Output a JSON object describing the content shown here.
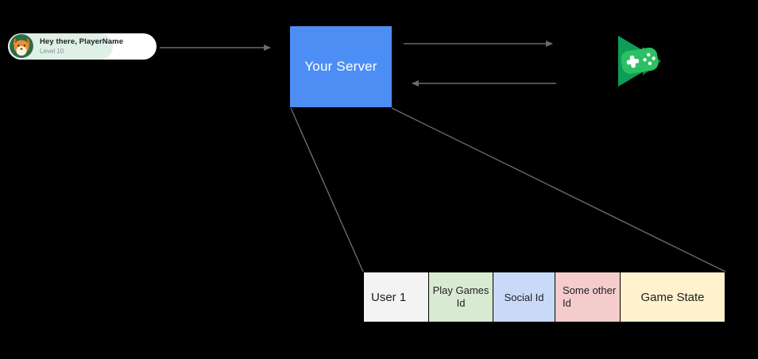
{
  "canvas": {
    "background": "#000000"
  },
  "player_card": {
    "greeting": "Hey there, PlayerName",
    "level": "Level 10",
    "avatar_icon": "fox-avatar-icon",
    "card_bg": "#ffffff",
    "accent_bg": "#dff0e7"
  },
  "server": {
    "label": "Your Server",
    "bg": "#4d8ef5",
    "text_color": "#ffffff"
  },
  "play_games_logo": {
    "icon": "google-play-games-icon",
    "triangle_color": "#0c9d58",
    "triangle_shadow_color": "#0e7a46",
    "gamepad_color": "#2cc063",
    "controls_color": "#ffffff"
  },
  "connectors": {
    "color": "#6a6a6a",
    "player_to_server": "arrow-right",
    "server_to_playgames": "arrow-right",
    "playgames_to_server": "arrow-left",
    "projection_left": "line",
    "projection_right": "line"
  },
  "table": {
    "cells": [
      {
        "label": "User 1",
        "bg": "#f3f3f3"
      },
      {
        "label": "Play Games Id",
        "bg": "#d9ead3"
      },
      {
        "label": "Social Id",
        "bg": "#c9daf8"
      },
      {
        "label": "Some other Id",
        "bg": "#f4cccc"
      },
      {
        "label": "Game State",
        "bg": "#fff2cc"
      }
    ]
  }
}
